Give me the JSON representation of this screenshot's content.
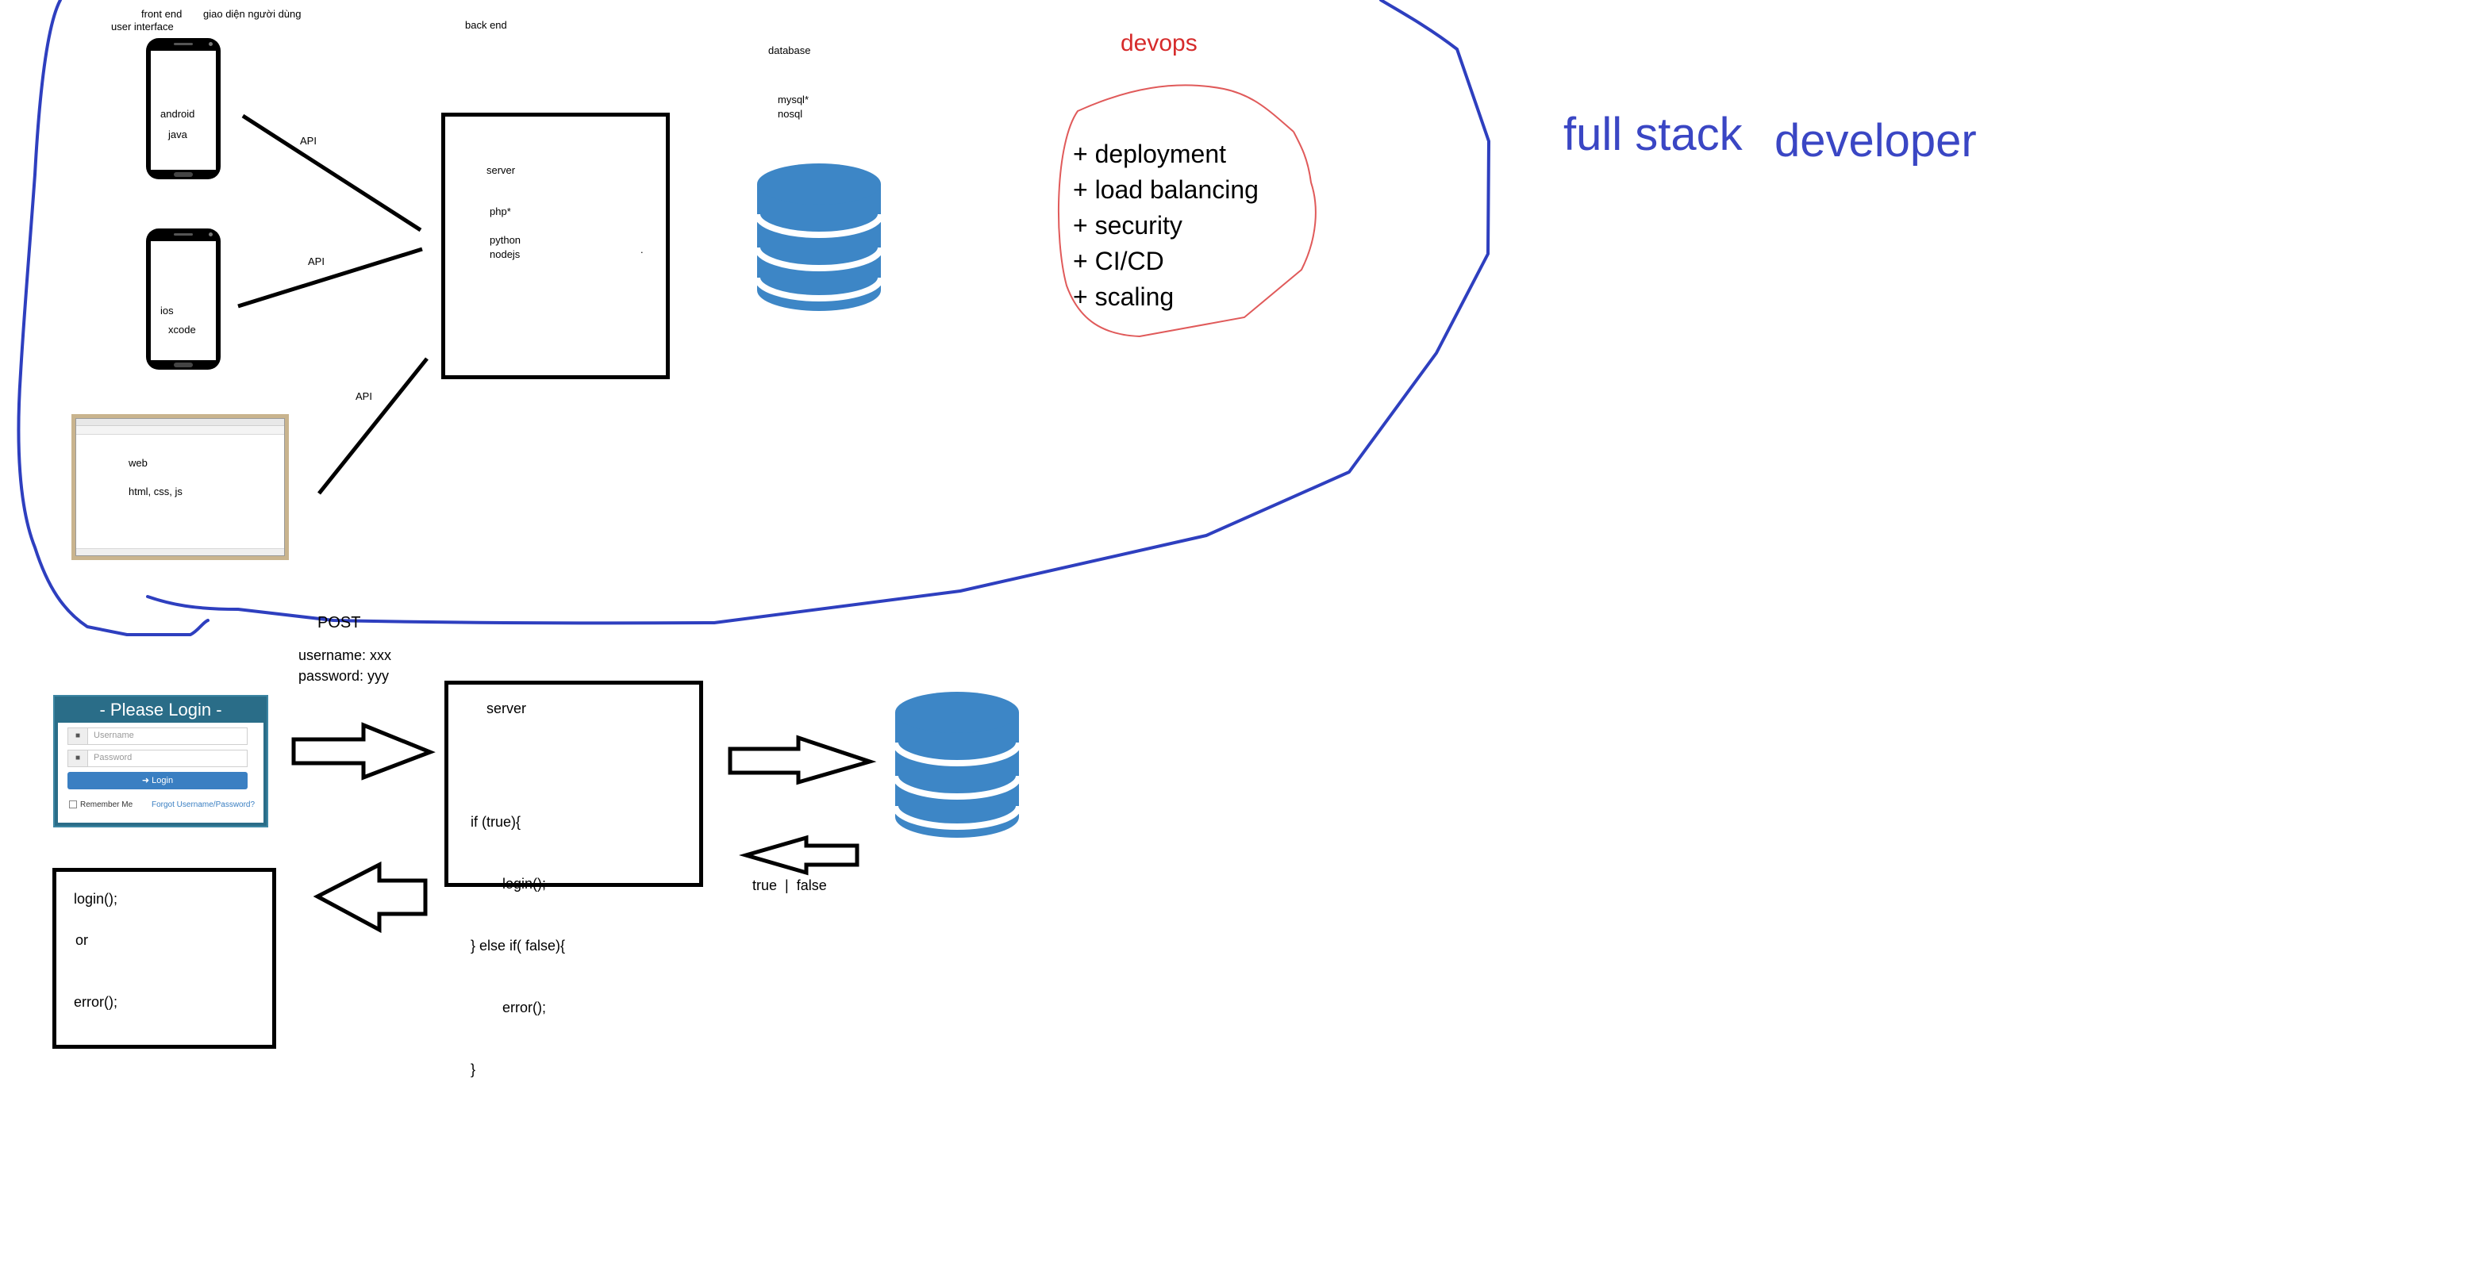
{
  "labels": {
    "front_end": "front end",
    "user_interface": "user interface",
    "ui_vietnamese": "giao diện người dùng",
    "back_end": "back end",
    "database": "database",
    "db_types": [
      "mysql*",
      "nosql"
    ],
    "devops": "devops",
    "full_stack": "full stack",
    "developer": "developer"
  },
  "clients": {
    "android": [
      "android",
      "java"
    ],
    "ios": [
      "ios",
      "xcode"
    ],
    "web": [
      "web",
      "html, css, js"
    ]
  },
  "api_labels": [
    "API",
    "API",
    "API"
  ],
  "server_top": {
    "title": "server",
    "languages": [
      "php*",
      "python",
      "nodejs"
    ],
    "dot": "."
  },
  "devops_items": [
    "+ deployment",
    "+ load balancing",
    "+ security",
    "+ CI/CD",
    "+ scaling"
  ],
  "request": {
    "method": "POST",
    "username_line": "username: xxx",
    "password_line": "password: yyy"
  },
  "login_form": {
    "title": "- Please Login -",
    "username_placeholder": "Username",
    "password_placeholder": "Password",
    "login_button": "Login",
    "remember_me": "Remember Me",
    "forgot_link": "Forgot Username/Password?"
  },
  "server_bottom": {
    "title": "server",
    "code": [
      "if (true){",
      "        login();",
      "} else if( false){",
      "        error();",
      "}"
    ]
  },
  "db_response": "true  |  false",
  "client_result": {
    "lines": [
      "login();",
      "or",
      "error();"
    ]
  },
  "colors": {
    "outline_blue": "#2e3fbf",
    "title_blue": "#3a46c4",
    "devops_red": "#d62b2b",
    "devops_circle": "#e05a5a",
    "db_blue": "#3d86c6",
    "login_teal": "#2a6d88"
  }
}
